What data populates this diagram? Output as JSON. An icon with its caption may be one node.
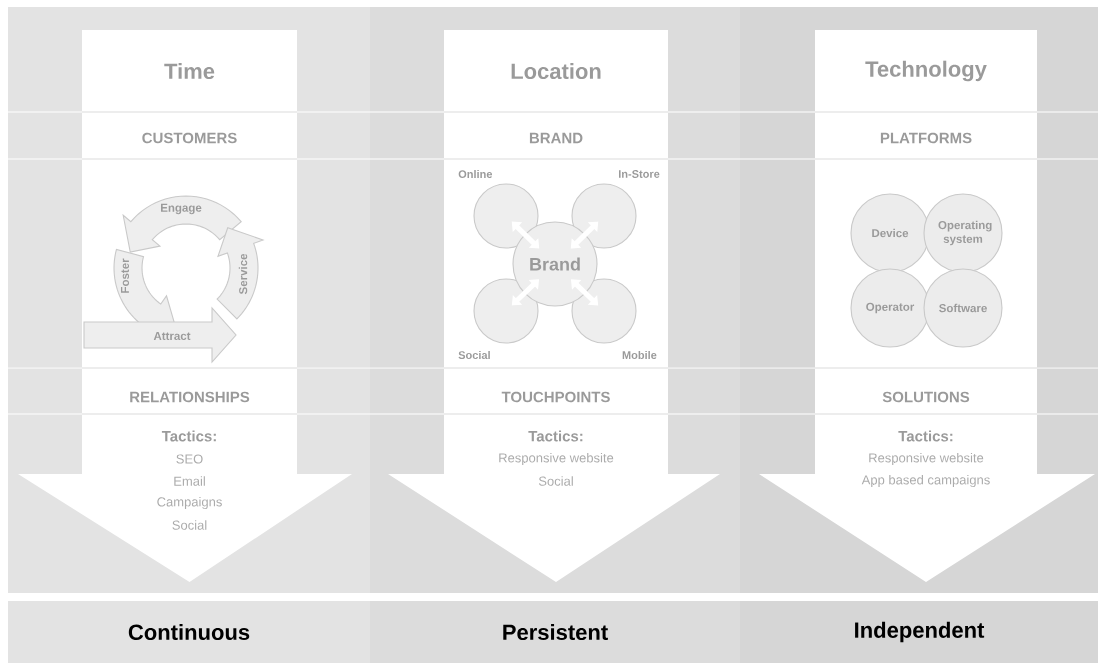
{
  "diagram": {
    "nodes": [
      {
        "text": [
          "Time",
          "CUSTOMERS",
          "RELATIONSHIPS",
          "Tactics:",
          "SEO",
          "Email",
          "Campaigns",
          "Social"
        ]
      },
      {
        "text": [
          "Engage"
        ],
        "in": 0
      },
      {
        "text": [
          "Foster"
        ],
        "in": 0
      },
      {
        "text": [
          "Service"
        ],
        "in": 0
      },
      {
        "text": [
          "Attract"
        ],
        "in": 0
      },
      {
        "text": [
          "Location",
          "BRAND",
          "TOUCHPOINTS",
          "Tactics:",
          "Responsive website",
          "Social"
        ]
      },
      {
        "text": [],
        "shape": "circle",
        "beside": [
          "Online"
        ],
        "in": 5
      },
      {
        "text": [],
        "shape": "circle",
        "beside": [
          "In-Store"
        ],
        "in": 5
      },
      {
        "text": [
          "Brand"
        ],
        "in": 5
      },
      {
        "text": [],
        "shape": "circle",
        "beside": [
          "Social"
        ],
        "in": 5
      },
      {
        "text": [],
        "shape": "circle",
        "beside": [
          "Mobile"
        ],
        "in": 5
      },
      {
        "text": [
          "Technology",
          "PLATFORMS",
          "SOLUTIONS",
          "Tactics:",
          "Responsive website",
          "App based campaigns"
        ]
      },
      {
        "text": [
          "Device"
        ],
        "in": 11
      },
      {
        "text": [
          "Operating system"
        ],
        "in": 11
      },
      {
        "text": [
          "Operator"
        ],
        "in": 11
      },
      {
        "text": [
          "Software"
        ],
        "in": 11
      },
      {
        "text": [
          "Continuous"
        ]
      },
      {
        "text": [
          "Persistent"
        ]
      },
      {
        "text": [
          "Independent"
        ]
      }
    ],
    "edges": [
      {
        "from": 8,
        "to": 6,
        "arrow": "both"
      },
      {
        "from": 8,
        "to": 7,
        "arrow": "both"
      },
      {
        "from": 8,
        "to": 9,
        "arrow": "both"
      },
      {
        "from": 8,
        "to": 10,
        "arrow": "both"
      }
    ]
  }
}
